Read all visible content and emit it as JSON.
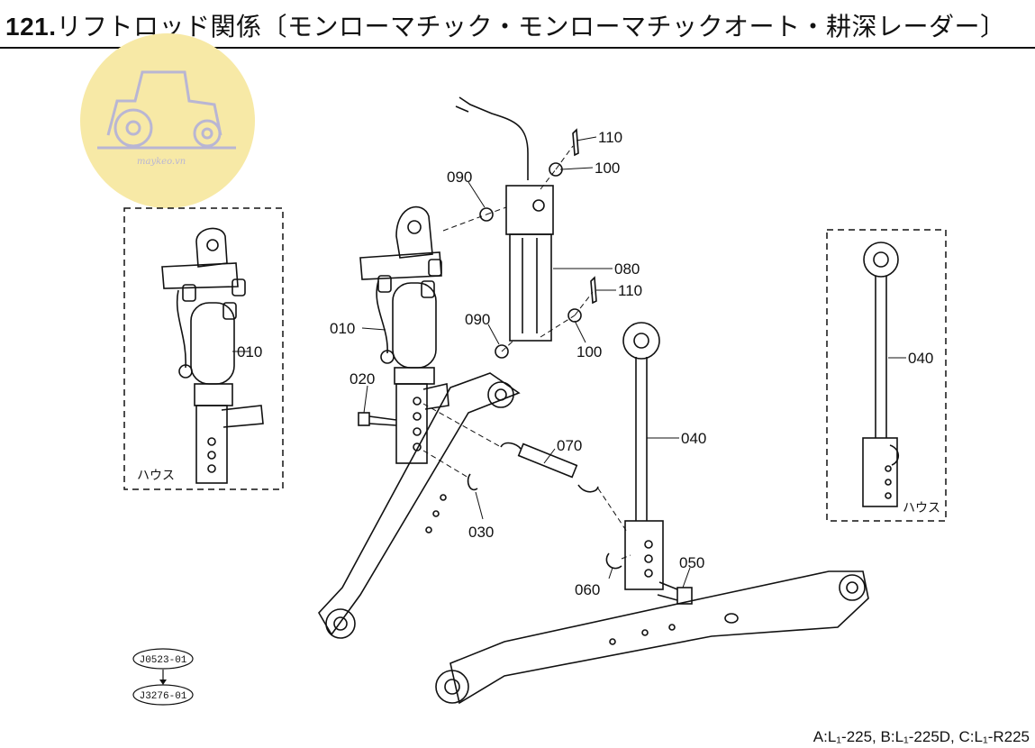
{
  "page": {
    "title_number": "121.",
    "title_text": "リフトロッド関係〔モンローマチック・モンローマチックオート・耕深レーダー〕",
    "footer": "A:L₁-225, B:L₁-225D, C:L₁-R225"
  },
  "watermark": {
    "text": "maykeo.vn",
    "icon": "tractor-icon",
    "color": "#f7e9a6"
  },
  "variant_boxes": {
    "left_label": "ハウス",
    "right_label": "ハウス"
  },
  "parts": {
    "p010_left": "010",
    "p010_main": "010",
    "p020": "020",
    "p030": "030",
    "p040_main": "040",
    "p040_right": "040",
    "p050": "050",
    "p060": "060",
    "p070": "070",
    "p080": "080",
    "p090_upper": "090",
    "p090_lower": "090",
    "p100_upper": "100",
    "p100_lower": "100",
    "p110_upper": "110",
    "p110_lower": "110"
  },
  "serial_codes": {
    "from": "J0523-01",
    "to": "J3276-01"
  }
}
